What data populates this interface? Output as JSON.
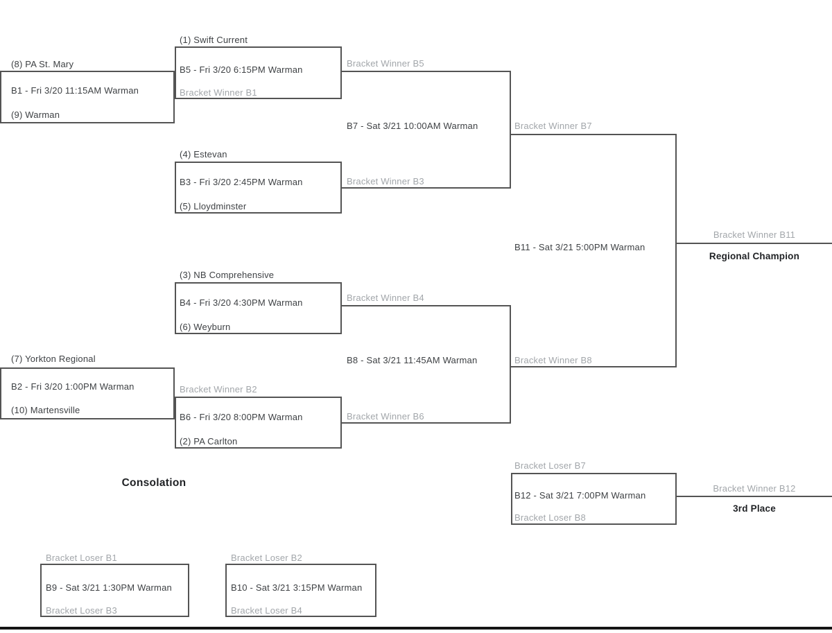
{
  "colors": {
    "line": "#545454",
    "team_text": "#3e4144",
    "placeholder_text": "#a2a6aa",
    "heading_text": "#1f2124",
    "bottom_bar": "#141414"
  },
  "bracket": {
    "consolation_heading": "Consolation",
    "matches": {
      "b1": {
        "top_team": "(8) PA St. Mary",
        "game": "B1 - Fri 3/20 11:15AM Warman",
        "bottom_team": "(9) Warman"
      },
      "b2": {
        "top_team": "(7) Yorkton Regional",
        "game": "B2 - Fri 3/20 1:00PM Warman",
        "bottom_team": "(10) Martensville"
      },
      "b3": {
        "top_team": "(4) Estevan",
        "game": "B3 - Fri 3/20 2:45PM Warman",
        "bottom_team": "(5) Lloydminster"
      },
      "b4": {
        "top_team": "(3) NB Comprehensive",
        "game": "B4 - Fri 3/20 4:30PM Warman",
        "bottom_team": "(6) Weyburn"
      },
      "b5": {
        "top_team": "(1) Swift Current",
        "game": "B5 - Fri 3/20 6:15PM Warman",
        "bottom_team": "Bracket Winner B1"
      },
      "b6": {
        "top_team": "Bracket Winner B2",
        "game": "B6 - Fri 3/20 8:00PM Warman",
        "bottom_team": "(2) PA Carlton"
      },
      "b7": {
        "top_team": "Bracket Winner B5",
        "game": "B7 - Sat 3/21 10:00AM Warman",
        "bottom_team": "Bracket Winner B3",
        "winner": "Bracket Winner B7"
      },
      "b8": {
        "top_team": "Bracket Winner B4",
        "game": "B8 - Sat 3/21 11:45AM Warman",
        "bottom_team": "Bracket Winner B6",
        "winner": "Bracket Winner B8"
      },
      "b9": {
        "top_team": "Bracket Loser B1",
        "game": "B9 - Sat 3/21 1:30PM Warman",
        "bottom_team": "Bracket Loser B3"
      },
      "b10": {
        "top_team": "Bracket Loser B2",
        "game": "B10 - Sat 3/21 3:15PM Warman",
        "bottom_team": "Bracket Loser B4"
      },
      "b11": {
        "game": "B11 - Sat 3/21 5:00PM Warman",
        "winner": "Bracket Winner B11",
        "result_label": "Regional Champion"
      },
      "b12": {
        "top_team": "Bracket Loser B7",
        "game": "B12 - Sat 3/21 7:00PM Warman",
        "bottom_team": "Bracket Loser B8",
        "winner": "Bracket Winner B12",
        "result_label": "3rd Place"
      }
    }
  }
}
